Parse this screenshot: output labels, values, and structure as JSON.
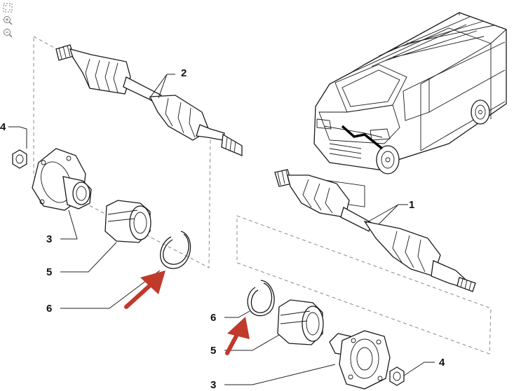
{
  "toolbar": {
    "items": [
      {
        "name": "fit-screen-icon",
        "glyph": "⛶"
      },
      {
        "name": "zoom-in-icon",
        "glyph": "⊕"
      },
      {
        "name": "zoom-out-icon",
        "glyph": "⊖"
      }
    ]
  },
  "callouts": {
    "c1": "1",
    "c2": "2",
    "c3a": "3",
    "c3b": "3",
    "c4a": "4",
    "c4b": "4",
    "c5a": "5",
    "c5b": "5",
    "c6a": "6",
    "c6b": "6"
  },
  "colors": {
    "arrow": "#c0392b",
    "linework": "#1a1a1a",
    "dashed_frame": "#888888"
  }
}
